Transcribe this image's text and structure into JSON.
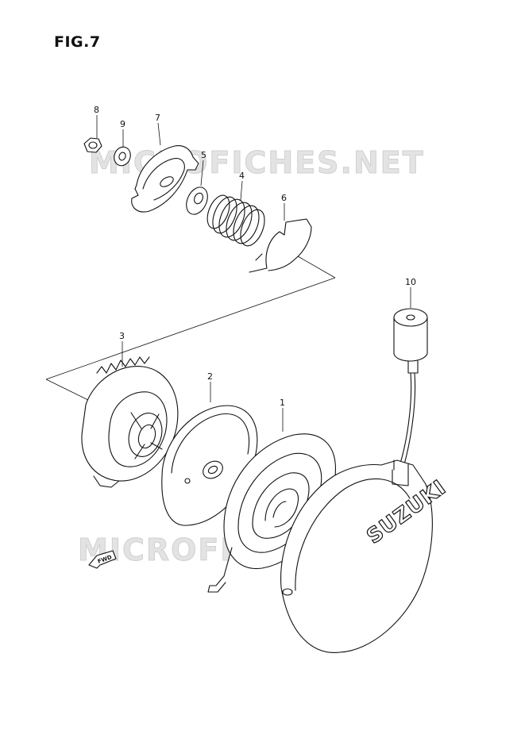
{
  "figure": {
    "title": "FIG.7"
  },
  "watermarks": {
    "top": "MICROFICHES.NET",
    "bottom": "MICROFICHES.NET"
  },
  "callouts": [
    {
      "id": "1",
      "label": "1"
    },
    {
      "id": "2",
      "label": "2"
    },
    {
      "id": "3",
      "label": "3"
    },
    {
      "id": "4",
      "label": "4"
    },
    {
      "id": "5",
      "label": "5"
    },
    {
      "id": "6",
      "label": "6"
    },
    {
      "id": "7",
      "label": "7"
    },
    {
      "id": "8",
      "label": "8"
    },
    {
      "id": "9",
      "label": "9"
    },
    {
      "id": "10",
      "label": "10"
    }
  ],
  "cover": {
    "brand": "SUZUKI"
  },
  "direction_marker": {
    "label": "FWD"
  }
}
